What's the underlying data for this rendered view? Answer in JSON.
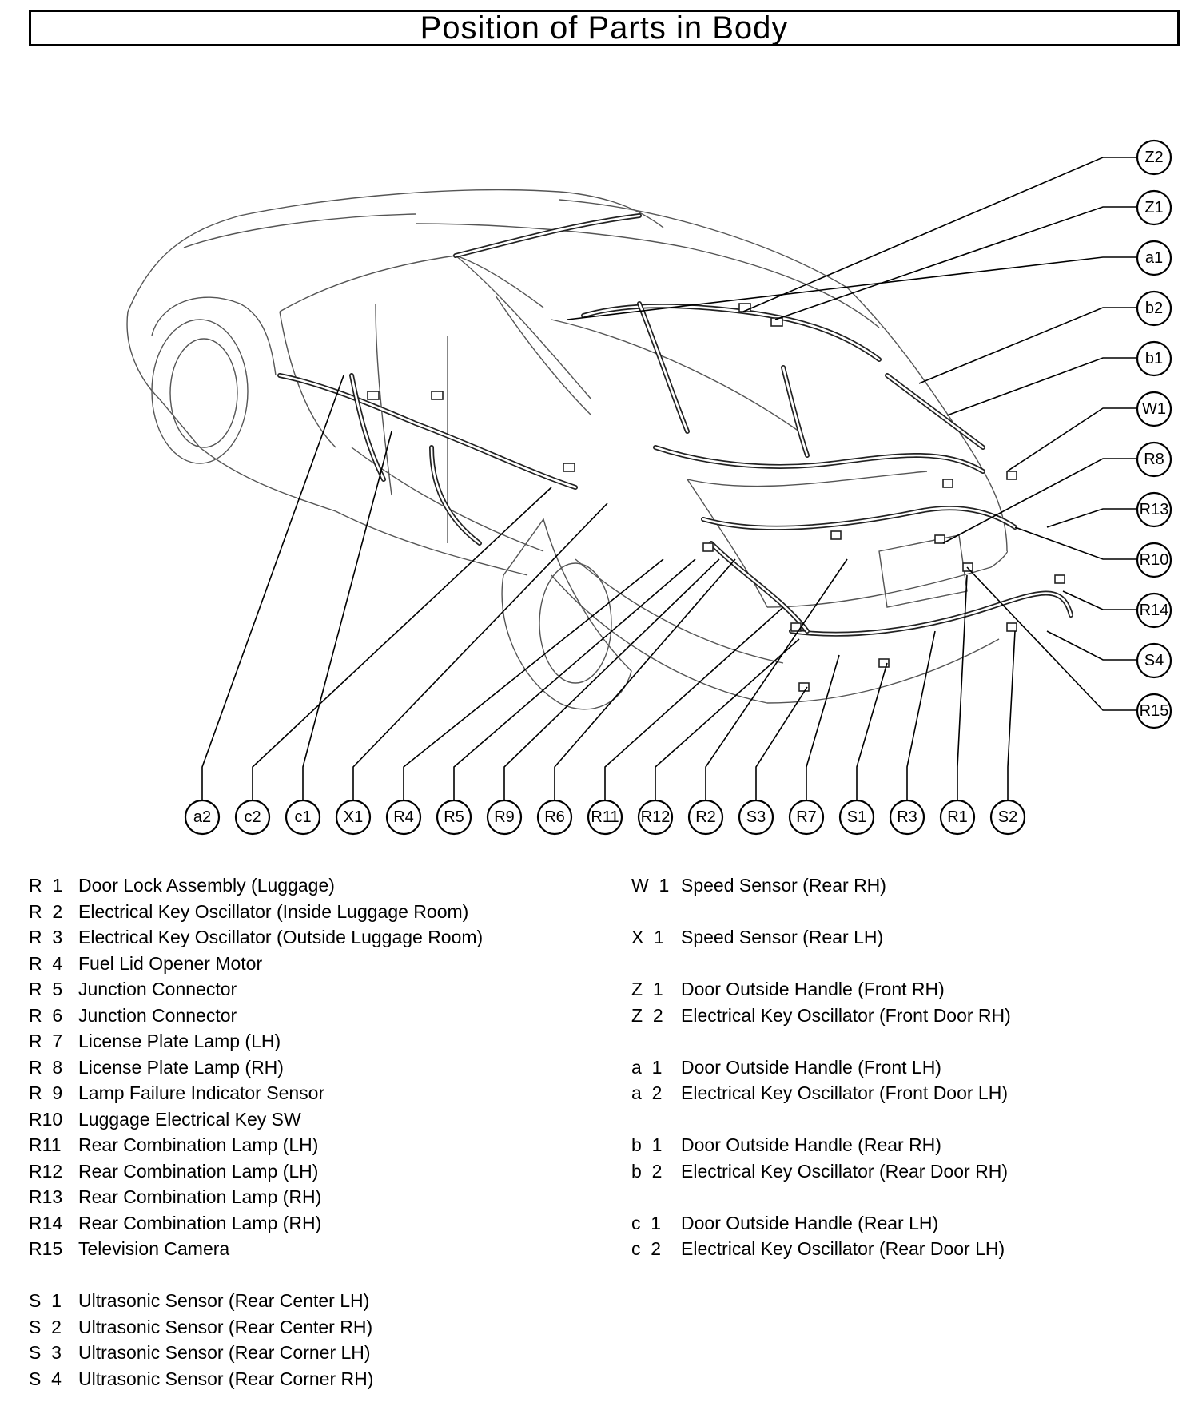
{
  "title": "Position of Parts in Body",
  "callouts_right": [
    "Z2",
    "Z1",
    "a1",
    "b2",
    "b1",
    "W1",
    "R8",
    "R13",
    "R10",
    "R14",
    "S4",
    "R15"
  ],
  "callouts_bottom": [
    "a2",
    "c2",
    "c1",
    "X1",
    "R4",
    "R5",
    "R9",
    "R6",
    "R11",
    "R12",
    "R2",
    "S3",
    "R7",
    "S1",
    "R3",
    "R1",
    "S2"
  ],
  "legend_left": [
    {
      "code": "R  1",
      "name": "Door Lock Assembly (Luggage)"
    },
    {
      "code": "R  2",
      "name": "Electrical Key Oscillator (Inside Luggage Room)"
    },
    {
      "code": "R  3",
      "name": "Electrical Key Oscillator (Outside Luggage Room)"
    },
    {
      "code": "R  4",
      "name": "Fuel Lid Opener Motor"
    },
    {
      "code": "R  5",
      "name": "Junction Connector"
    },
    {
      "code": "R  6",
      "name": "Junction Connector"
    },
    {
      "code": "R  7",
      "name": "License Plate Lamp (LH)"
    },
    {
      "code": "R  8",
      "name": "License Plate Lamp (RH)"
    },
    {
      "code": "R  9",
      "name": "Lamp Failure Indicator Sensor"
    },
    {
      "code": "R10",
      "name": "Luggage Electrical Key SW"
    },
    {
      "code": "R11",
      "name": "Rear Combination Lamp (LH)"
    },
    {
      "code": "R12",
      "name": "Rear Combination Lamp (LH)"
    },
    {
      "code": "R13",
      "name": "Rear Combination Lamp (RH)"
    },
    {
      "code": "R14",
      "name": "Rear Combination Lamp (RH)"
    },
    {
      "code": "R15",
      "name": "Television Camera"
    },
    null,
    {
      "code": "S  1",
      "name": "Ultrasonic Sensor (Rear Center LH)"
    },
    {
      "code": "S  2",
      "name": "Ultrasonic Sensor (Rear Center RH)"
    },
    {
      "code": "S  3",
      "name": "Ultrasonic Sensor (Rear Corner LH)"
    },
    {
      "code": "S  4",
      "name": "Ultrasonic Sensor (Rear Corner RH)"
    }
  ],
  "legend_right": [
    {
      "code": "W  1",
      "name": "Speed Sensor (Rear RH)"
    },
    null,
    {
      "code": "X  1",
      "name": "Speed Sensor (Rear LH)"
    },
    null,
    {
      "code": "Z  1",
      "name": "Door Outside Handle (Front RH)"
    },
    {
      "code": "Z  2",
      "name": "Electrical Key Oscillator (Front Door RH)"
    },
    null,
    {
      "code": "a  1",
      "name": "Door Outside Handle (Front LH)"
    },
    {
      "code": "a  2",
      "name": "Electrical Key Oscillator (Front Door LH)"
    },
    null,
    {
      "code": "b  1",
      "name": "Door Outside Handle (Rear RH)"
    },
    {
      "code": "b  2",
      "name": "Electrical Key Oscillator (Rear Door RH)"
    },
    null,
    {
      "code": "c  1",
      "name": "Door Outside Handle (Rear LH)"
    },
    {
      "code": "c  2",
      "name": "Electrical Key Oscillator (Rear Door LH)"
    }
  ]
}
